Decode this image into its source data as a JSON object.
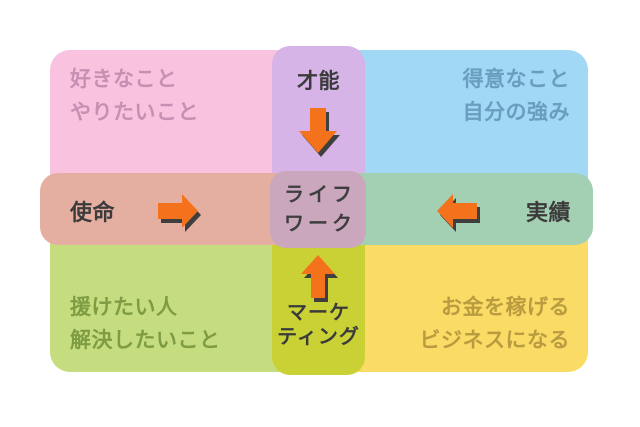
{
  "diagram": {
    "name": "lifework-matrix",
    "background": "#FFFFFF",
    "arrow": {
      "color": "#F3721B",
      "shadow_color": "#3F3F3F"
    },
    "cells": {
      "likes": {
        "lines": [
          "好きなこと",
          "やりたいこと"
        ],
        "bg": "#F9C3DF",
        "text_color": "#C88FB3"
      },
      "talent": {
        "label": "才能",
        "bg": "#D7B4E7",
        "text_color": "#3B3B3B",
        "arrow_icon": "down-arrow-icon"
      },
      "strengths": {
        "lines": [
          "得意なこと",
          "自分の強み"
        ],
        "bg": "#A0D8F5",
        "text_color": "#6B9DBE"
      },
      "mission": {
        "label": "使命",
        "bg": "#E4AFA1",
        "text_color": "#3B3B3B",
        "arrow_icon": "right-arrow-icon"
      },
      "lifework": {
        "lines": [
          "ライフ",
          "ワーク"
        ],
        "bg": "#CBA7BD",
        "text_color": "#3E3E3E"
      },
      "results": {
        "label": "実績",
        "bg": "#A3CFB3",
        "text_color": "#3B3B3B",
        "arrow_icon": "left-arrow-icon"
      },
      "help": {
        "lines": [
          "援けたい人",
          "解決したいこと"
        ],
        "bg": "#C6DD7F",
        "text_color": "#7E9C44"
      },
      "marketing": {
        "lines": [
          "マーケ",
          "ティング"
        ],
        "bg": "#C9D134",
        "text_color": "#3B3B3B",
        "arrow_icon": "up-arrow-icon"
      },
      "money": {
        "lines": [
          "お金を稼げる",
          "ビジネスになる"
        ],
        "bg": "#F9DB66",
        "text_color": "#BA9C40"
      }
    }
  }
}
